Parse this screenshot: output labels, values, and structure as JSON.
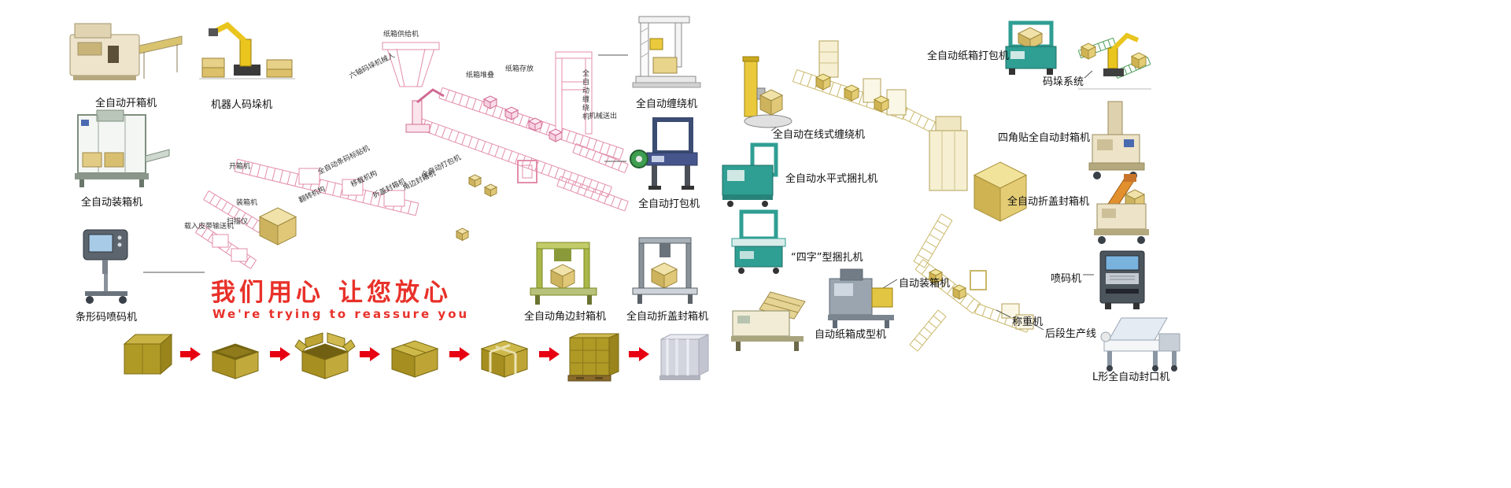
{
  "slogan": {
    "cn_primary": "我们用心",
    "cn_secondary": "让您放心",
    "en": "We're trying to reassure you"
  },
  "colors": {
    "accent_red": "#e60012",
    "line_pink": "#e38daa",
    "line_khaki": "#c9b86a",
    "carton_yellow": "#c9b445"
  },
  "left_machines": [
    {
      "id": "carton-opener",
      "label": "全自动开箱机"
    },
    {
      "id": "robot-palletizer",
      "label": "机器人码垛机"
    },
    {
      "id": "case-packer",
      "label": "全自动装箱机"
    },
    {
      "id": "barcode-inkjet-printer",
      "label": "条形码喷码机"
    }
  ],
  "center_diagram": {
    "labels": [
      "纸箱供给机",
      "六轴码垛机械人",
      "纸箱堆叠",
      "纸箱存放",
      "全自动缠绕机",
      "机械送出",
      "开箱机",
      "全自动条码标贴机",
      "移载机构",
      "翻转机构",
      "折盖封箱机",
      "角边封箱机",
      "全自动打包机",
      "装箱机",
      "载入皮带输送机",
      "扫描仪"
    ]
  },
  "right_machines": [
    {
      "id": "stretch-wrapper",
      "label": "全自动缠绕机"
    },
    {
      "id": "strapping-machine",
      "label": "全自动打包机"
    },
    {
      "id": "online-stretch-wrapper",
      "label": "全自动在线式缠绕机"
    },
    {
      "id": "horizontal-strapper",
      "label": "全自动水平式捆扎机"
    },
    {
      "id": "four-pattern-strapper",
      "label": "“四字”型捆扎机"
    },
    {
      "id": "corner-edge-sealer",
      "label": "全自动角边封箱机"
    },
    {
      "id": "flap-fold-sealer",
      "label": "全自动折盖封箱机"
    },
    {
      "id": "auto-case-packer",
      "label": "自动装箱机"
    },
    {
      "id": "carton-forming-machine",
      "label": "自动纸箱成型机"
    },
    {
      "id": "carton-strapping-machine",
      "label": "全自动纸箱打包机"
    },
    {
      "id": "palletizing-system",
      "label": "码垛系统"
    },
    {
      "id": "four-corner-taping-sealer",
      "label": "四角贴全自动封箱机"
    },
    {
      "id": "flap-fold-sealer-2",
      "label": "全自动折盖封箱机"
    },
    {
      "id": "inkjet-coder",
      "label": "喷码机"
    },
    {
      "id": "weighing-machine",
      "label": "称重机"
    },
    {
      "id": "back-end-production-line",
      "label": "后段生产线"
    },
    {
      "id": "l-type-sealer",
      "label": "L形全自动封口机"
    }
  ],
  "box_sequence": {
    "stages": [
      "carton-blank",
      "opened-carton",
      "opened-carton-flaps",
      "sealed-carton",
      "strapped-carton",
      "palletized-stack",
      "wrapped-pallet"
    ],
    "arrow_icon": "red-right-arrow"
  }
}
